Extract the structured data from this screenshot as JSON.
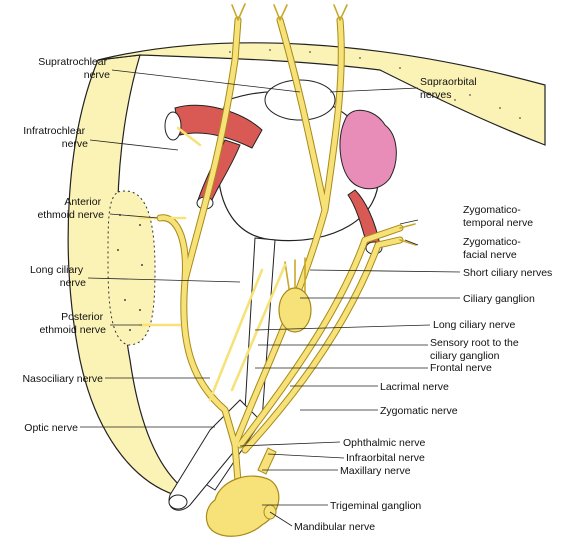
{
  "colors": {
    "nerve": "#f7e27a",
    "nerve_stroke": "#b89a1c",
    "bone": "#fbf3b6",
    "muscle": "#d95a55",
    "gland": "#e88cb8",
    "outline": "#222222"
  },
  "labels": {
    "supratrochlear": [
      "Supratrochlear",
      "nerve"
    ],
    "infratrochlear": [
      "Infratrochlear",
      "nerve"
    ],
    "anterior_ethmoid": [
      "Anterior",
      "ethmoid nerve"
    ],
    "long_ciliary_left": [
      "Long ciliary",
      "nerve"
    ],
    "posterior_ethmoid": [
      "Posterior",
      "ethmoid nerve"
    ],
    "nasociliary": [
      "Nasociliary nerve"
    ],
    "optic": [
      "Optic nerve"
    ],
    "supraorbital": [
      "Supraorbital",
      "nerves"
    ],
    "zygomaticotemporal": [
      "Zygomatico-",
      "temporal nerve"
    ],
    "zygomaticofacial": [
      "Zygomatico-",
      "facial nerve"
    ],
    "short_ciliary": [
      "Short ciliary nerves"
    ],
    "ciliary_ganglion": [
      "Ciliary ganglion"
    ],
    "long_ciliary_right": [
      "Long ciliary nerve"
    ],
    "sensory_root": [
      "Sensory root to the",
      "ciliary ganglion"
    ],
    "frontal": [
      "Frontal nerve"
    ],
    "lacrimal": [
      "Lacrimal nerve"
    ],
    "zygomatic": [
      "Zygomatic nerve"
    ],
    "ophthalmic": [
      "Ophthalmic nerve"
    ],
    "infraorbital": [
      "Infraorbital nerve"
    ],
    "maxillary": [
      "Maxillary nerve"
    ],
    "trigeminal_ganglion": [
      "Trigeminal ganglion"
    ],
    "mandibular": [
      "Mandibular nerve"
    ]
  }
}
